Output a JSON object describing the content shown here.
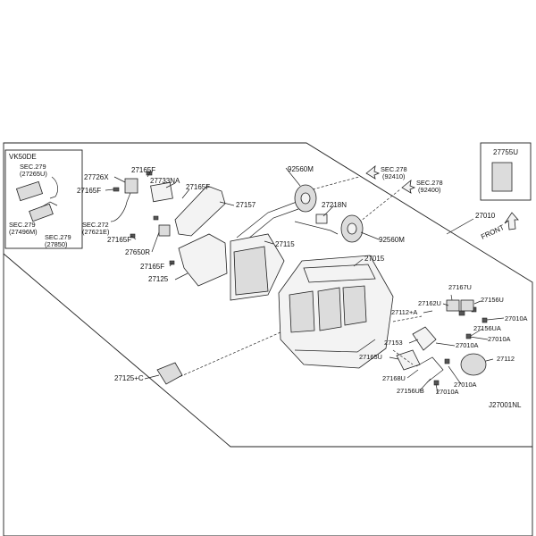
{
  "diagram_code": "J27001NL",
  "inset": {
    "title": "VK50DE",
    "labels": [
      {
        "id": "sec279a",
        "text": "SEC.279"
      },
      {
        "id": "sec279a_ref",
        "text": "(27265U)"
      },
      {
        "id": "sec279b",
        "text": "SEC.279"
      },
      {
        "id": "sec279b_ref",
        "text": "(27496M)"
      },
      {
        "id": "sec279c",
        "text": "SEC.279"
      },
      {
        "id": "sec279c_ref",
        "text": "(27850)"
      }
    ]
  },
  "small_box": {
    "label": "27755U"
  },
  "front_label": "FRONT",
  "sections": [
    {
      "id": "sec278a",
      "text": "SEC.278",
      "ref": "(92410)"
    },
    {
      "id": "sec278b",
      "text": "SEC.278",
      "ref": "(92400)"
    },
    {
      "id": "sec272",
      "text": "SEC.272",
      "ref": "(27621E)"
    }
  ],
  "callouts": [
    "27726X",
    "27165F",
    "27733NA",
    "27165F",
    "27165F",
    "27157",
    "27165F",
    "27650R",
    "27165F",
    "27125",
    "92560M",
    "27218N",
    "92560M",
    "27115",
    "27015",
    "27010",
    "27167U",
    "27156U",
    "27162U",
    "27112+A",
    "27010A",
    "27156UA",
    "27010A",
    "27153",
    "27010A",
    "27165U",
    "27112",
    "27168U",
    "27010A",
    "27156UB",
    "27010A",
    "27125+C"
  ]
}
